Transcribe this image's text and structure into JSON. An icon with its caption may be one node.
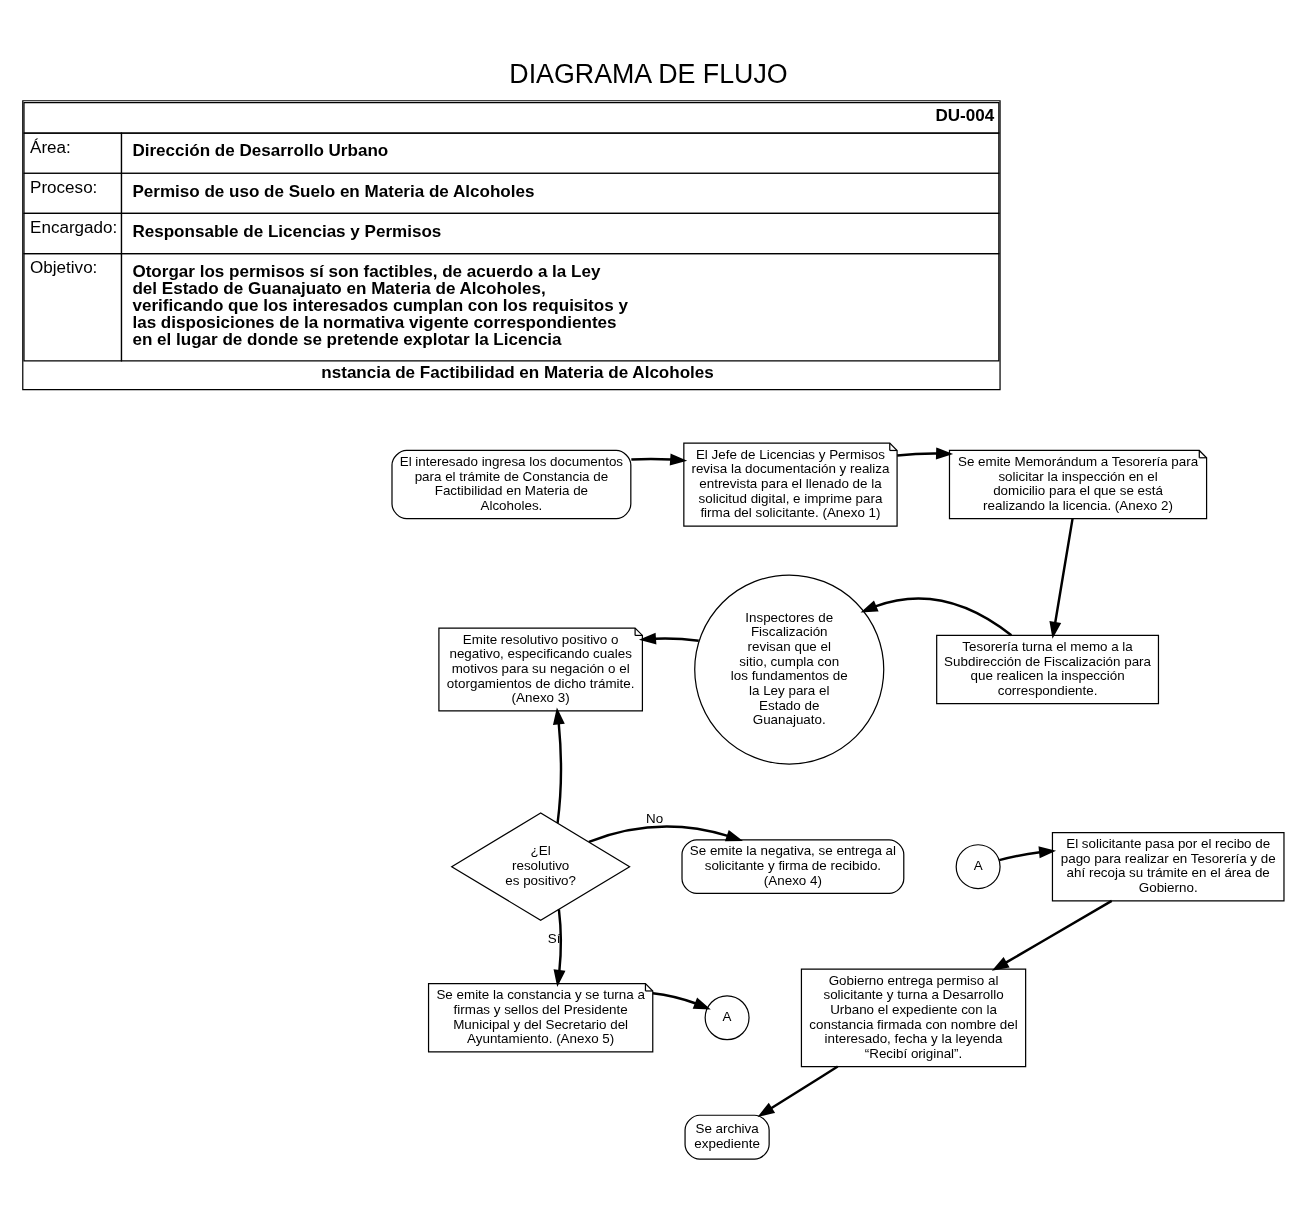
{
  "diagram": {
    "title": "DIAGRAMA DE FLUJO",
    "nodes": [
      {
        "text": [
          "El interesado ingresa los documentos para el trámite de Constancia de Factibilidad en Materia de Alcoholes."
        ]
      },
      {
        "text": [
          "El Jefe de Licencias y Permisos revisa la documentación y realiza entrevista para el llenado de la solicitud digital, e imprime para firma del solicitante. (Anexo 1)"
        ]
      },
      {
        "text": [
          "Se emite Memorándum a Tesorería para solicitar la inspección en el domicilio para el que se está realizando la licencia. (Anexo 2)"
        ]
      },
      {
        "text": [
          "Tesorería turna el memo a la Subdirección de Fiscalización para que realicen la inspección correspondiente."
        ]
      },
      {
        "text": [
          "Inspectores de Fiscalización revisan que el sitio, cumpla con los fundamentos de la Ley para el Estado de Guanajuato."
        ]
      },
      {
        "text": [
          "Emite resolutivo positivo o negativo, especificando cuales motivos para su negación o el otorgamientos de dicho trámite. (Anexo 3)"
        ]
      },
      {
        "text": [
          "¿El resolutivo es positivo?"
        ]
      },
      {
        "text": [
          "Se emite la negativa, se entrega al solicitante y firma de recibido. (Anexo 4)"
        ]
      },
      {
        "text": [
          "Se emite la constancia y se turna a firmas y sellos del Presidente Municipal y del Secretario del Ayuntamiento. (Anexo 5)"
        ]
      },
      {
        "text": [
          "A"
        ]
      },
      {
        "text": [
          "A"
        ]
      },
      {
        "text": [
          "El solicitante pasa por el recibo de pago para realizar en Tesorería y de ahí recoja su trámite en el área de Gobierno."
        ]
      },
      {
        "text": [
          "Gobierno entrega permiso al solicitante y turna a Desarrollo Urbano el expediente con la constancia firmada con nombre del interesado, fecha y la leyenda “Recibí original”."
        ]
      },
      {
        "text": [
          "Se archiva expediente"
        ]
      }
    ],
    "edges": [
      {
        "from": 0,
        "to": 1,
        "arrow": "to"
      },
      {
        "from": 1,
        "to": 2,
        "arrow": "to"
      },
      {
        "from": 2,
        "to": 3,
        "arrow": "to"
      },
      {
        "from": 3,
        "to": 4,
        "arrow": "to"
      },
      {
        "from": 4,
        "to": 5,
        "arrow": "to"
      },
      {
        "from": 6,
        "to": 5,
        "arrow": "to"
      },
      {
        "from": 6,
        "to": 7,
        "arrow": "to",
        "label": "No"
      },
      {
        "from": 6,
        "to": 8,
        "arrow": "to",
        "label": "Sí"
      },
      {
        "from": 8,
        "to": 10,
        "arrow": "to"
      },
      {
        "from": 9,
        "to": 11,
        "arrow": "to"
      },
      {
        "from": 11,
        "to": 12,
        "arrow": "to"
      },
      {
        "from": 12,
        "to": 13,
        "arrow": "to"
      }
    ],
    "labels": [
      "DU-004",
      "Área:",
      "Dirección de Desarrollo Urbano",
      "Proceso:",
      "Permiso de uso de Suelo en Materia de Alcoholes",
      "Encargado:",
      "Responsable de Licencias y Permisos",
      "Objetivo:",
      "Otorgar los permisos sí son factibles, de acuerdo a la Ley del Estado de Guanajuato en Materia de Alcoholes, verificando que los interesados cumplan con los requisitos y las disposiciones de la normativa vigente correspondientes en el lugar de donde se pretende explotar la Licencia",
      "nstancia de Factibilidad en Materia de Alcoholes"
    ]
  }
}
